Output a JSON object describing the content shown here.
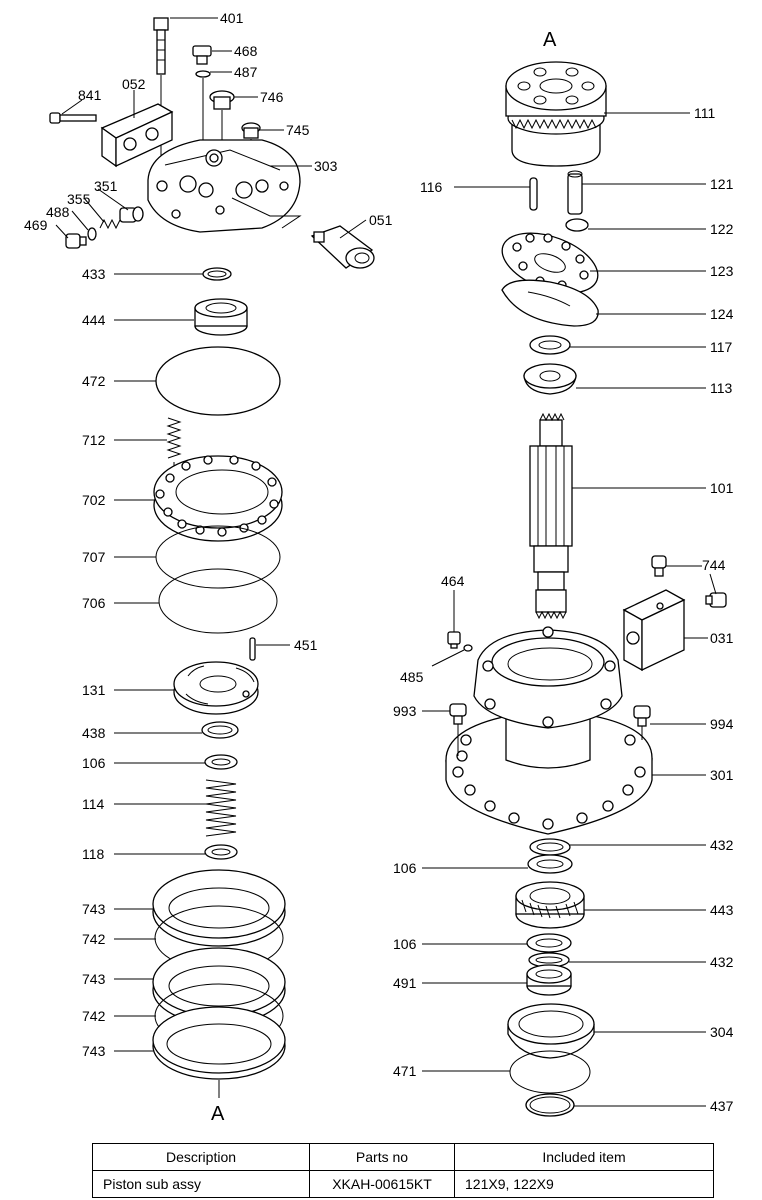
{
  "labels": {
    "p401": "401",
    "p468": "468",
    "p487": "487",
    "p746": "746",
    "p745": "745",
    "p841": "841",
    "p052": "052",
    "p303": "303",
    "p351": "351",
    "p355": "355",
    "p488": "488",
    "p469": "469",
    "p051": "051",
    "p433": "433",
    "p444": "444",
    "p472": "472",
    "p712": "712",
    "p702": "702",
    "p707": "707",
    "p706": "706",
    "p451": "451",
    "p131": "131",
    "p438": "438",
    "p106a": "106",
    "p114": "114",
    "p118": "118",
    "p743a": "743",
    "p742a": "742",
    "p743b": "743",
    "p742b": "742",
    "p743c": "743",
    "markA_bottom": "A",
    "markA_top": "A",
    "p111": "111",
    "p116": "116",
    "p121": "121",
    "p122": "122",
    "p123": "123",
    "p124": "124",
    "p117": "117",
    "p113": "113",
    "p101": "101",
    "p464": "464",
    "p744": "744",
    "p031": "031",
    "p485": "485",
    "p993": "993",
    "p994": "994",
    "p301": "301",
    "p432a": "432",
    "p106b": "106",
    "p443": "443",
    "p106c": "106",
    "p432b": "432",
    "p491": "491",
    "p304": "304",
    "p471": "471",
    "p437": "437"
  },
  "table": {
    "headers": {
      "description": "Description",
      "parts_no": "Parts no",
      "included": "Included item"
    },
    "rows": [
      {
        "description": "Piston sub assy",
        "parts_no": "XKAH-00615KT",
        "included": "121X9, 122X9"
      }
    ]
  }
}
